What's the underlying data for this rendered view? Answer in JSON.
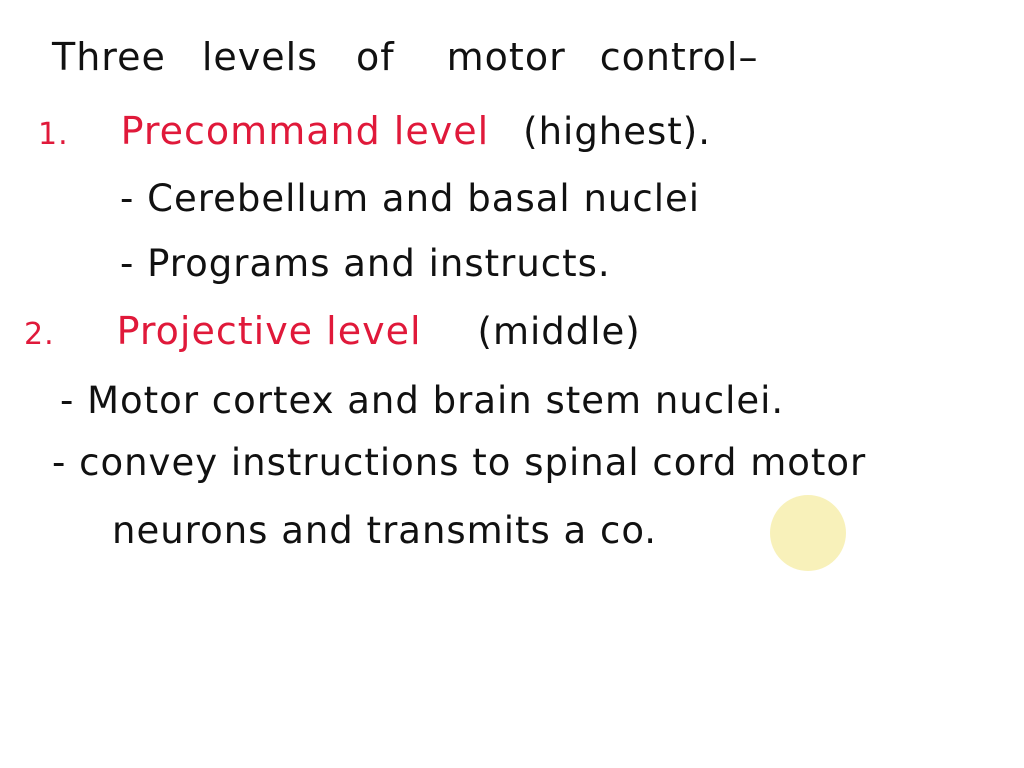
{
  "title": {
    "words": [
      "Three",
      "levels",
      "of",
      "motor",
      "control",
      "–"
    ]
  },
  "levels": [
    {
      "number": "1.",
      "name": "Precommand level",
      "rank": "(highest).",
      "points": [
        "- Cerebellum and basal nuclei",
        "- Programs and instructs."
      ]
    },
    {
      "number": "2.",
      "name": "Projective level",
      "rank": "(middle)",
      "points": [
        "- Motor cortex and brain stem nuclei.",
        "- convey instructions to spinal cord motor",
        "neurons and transmits a co."
      ]
    }
  ],
  "colors": {
    "ink": "#111111",
    "highlight": "#e0193a",
    "pointer": "#f5eca0"
  }
}
